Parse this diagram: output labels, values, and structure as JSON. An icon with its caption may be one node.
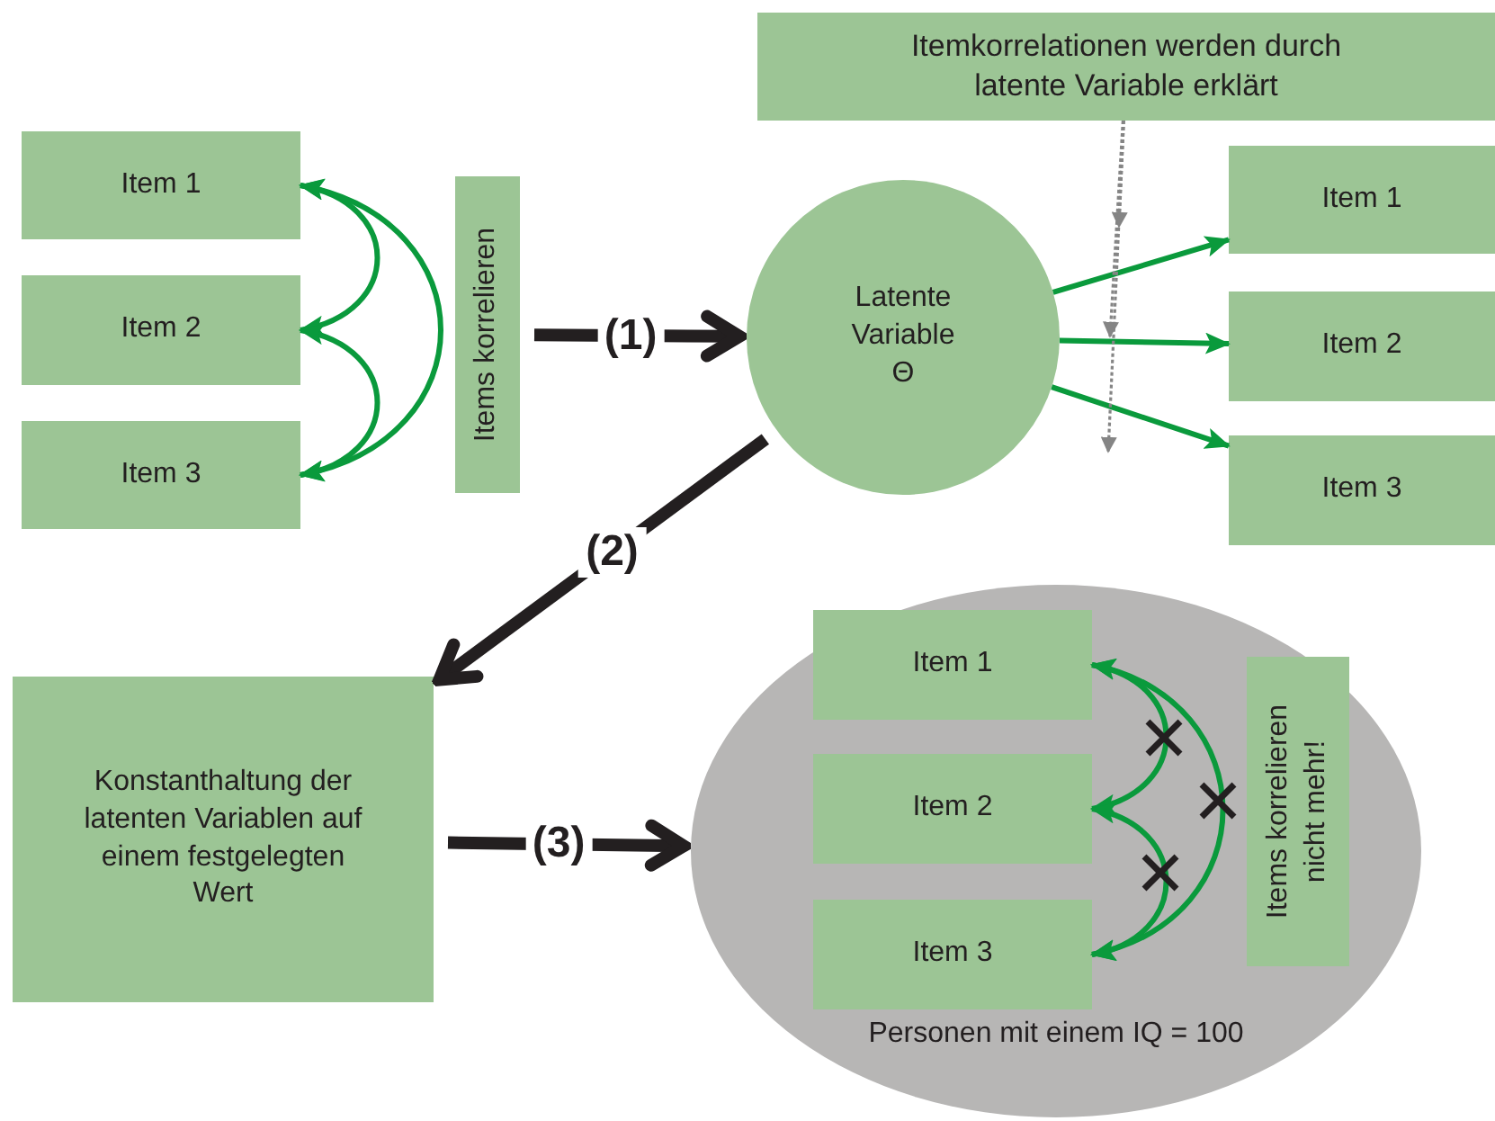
{
  "diagram": {
    "nodes": [
      {
        "text": [
          "Item 1"
        ]
      },
      {
        "text": [
          "Item 2"
        ]
      },
      {
        "text": [
          "Item 3"
        ]
      },
      {
        "text": [
          "Items korrelieren"
        ]
      },
      {
        "text": [
          "Latente Variable Θ"
        ]
      },
      {
        "text": [
          "Itemkorrelationen werden durch latente Variable erklärt"
        ]
      },
      {
        "text": [
          "Item 1"
        ]
      },
      {
        "text": [
          "Item 2"
        ]
      },
      {
        "text": [
          "Item 3"
        ]
      },
      {
        "text": [
          "Konstanthaltung der latenten Variablen auf einem festgelegten Wert"
        ]
      },
      {
        "text": [
          "Personen mit einem IQ = 100"
        ]
      },
      {
        "text": [
          "Item 1"
        ],
        "in": 10
      },
      {
        "text": [
          "Item 2"
        ],
        "in": 10
      },
      {
        "text": [
          "Item 3"
        ],
        "in": 10
      },
      {
        "text": [
          "Items korrelieren nicht mehr!"
        ],
        "in": 10
      }
    ],
    "edges": [
      {
        "from": 0,
        "to": 1,
        "arrow": "both"
      },
      {
        "from": 1,
        "to": 2,
        "arrow": "both"
      },
      {
        "from": 0,
        "to": 2,
        "arrow": "both"
      },
      {
        "from": 3,
        "to": 4,
        "arrow": "to",
        "label": "(1)",
        "style": "thick",
        "color": "#231f20"
      },
      {
        "from": 4,
        "to": 6,
        "arrow": "to"
      },
      {
        "from": 4,
        "to": 7,
        "arrow": "to"
      },
      {
        "from": 4,
        "to": 8,
        "arrow": "to"
      },
      {
        "from": 5,
        "to": null,
        "arrow": "to",
        "style": "dashed",
        "color": "#858585"
      },
      {
        "from": 5,
        "to": null,
        "arrow": "to",
        "style": "dashed",
        "color": "#858585"
      },
      {
        "from": 5,
        "to": null,
        "arrow": "to",
        "style": "dashed",
        "color": "#858585"
      },
      {
        "from": 4,
        "to": 9,
        "arrow": "to",
        "label": "(2)",
        "style": "thick",
        "color": "#231f20"
      },
      {
        "from": 9,
        "to": 10,
        "arrow": "to",
        "label": "(3)",
        "style": "thick",
        "color": "#231f20"
      },
      {
        "from": 11,
        "to": 12,
        "arrow": "both"
      },
      {
        "from": 12,
        "to": 13,
        "arrow": "both"
      },
      {
        "from": 11,
        "to": 13,
        "arrow": "both"
      }
    ]
  }
}
